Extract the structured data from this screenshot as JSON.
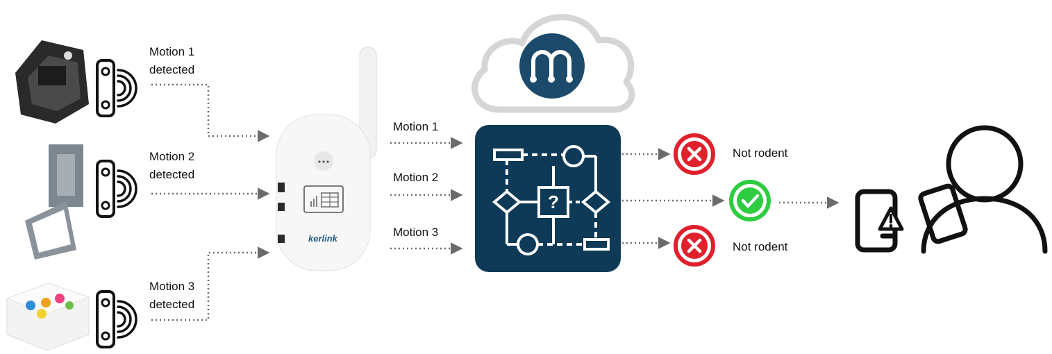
{
  "sensors": [
    {
      "label_line1": "Motion 1",
      "label_line2": "detected"
    },
    {
      "label_line1": "Motion 2",
      "label_line2": "detected"
    },
    {
      "label_line1": "Motion 3",
      "label_line2": "detected"
    }
  ],
  "gateway": {
    "brand": "kerlink"
  },
  "uplinks": [
    "Motion 1",
    "Motion 2",
    "Motion 3"
  ],
  "outcomes": [
    {
      "label": "Not rodent",
      "status": "rejected"
    },
    {
      "label": "",
      "status": "accepted"
    },
    {
      "label": "Not rodent",
      "status": "rejected"
    }
  ],
  "colors": {
    "reject": "#e0202b",
    "accept": "#2ecc40",
    "flowchart_bg": "#0f3a57",
    "cloud_outline": "#d6d6d6",
    "logo_bg": "#1b4a6b",
    "connector": "#6b6b6b"
  },
  "icons": {
    "sensor": "motion-sensor-icon",
    "cloud": "cloud-icon",
    "logic": "flowchart-icon",
    "reject": "x-circle-icon",
    "accept": "check-circle-icon",
    "user": "user-alert-icon"
  }
}
